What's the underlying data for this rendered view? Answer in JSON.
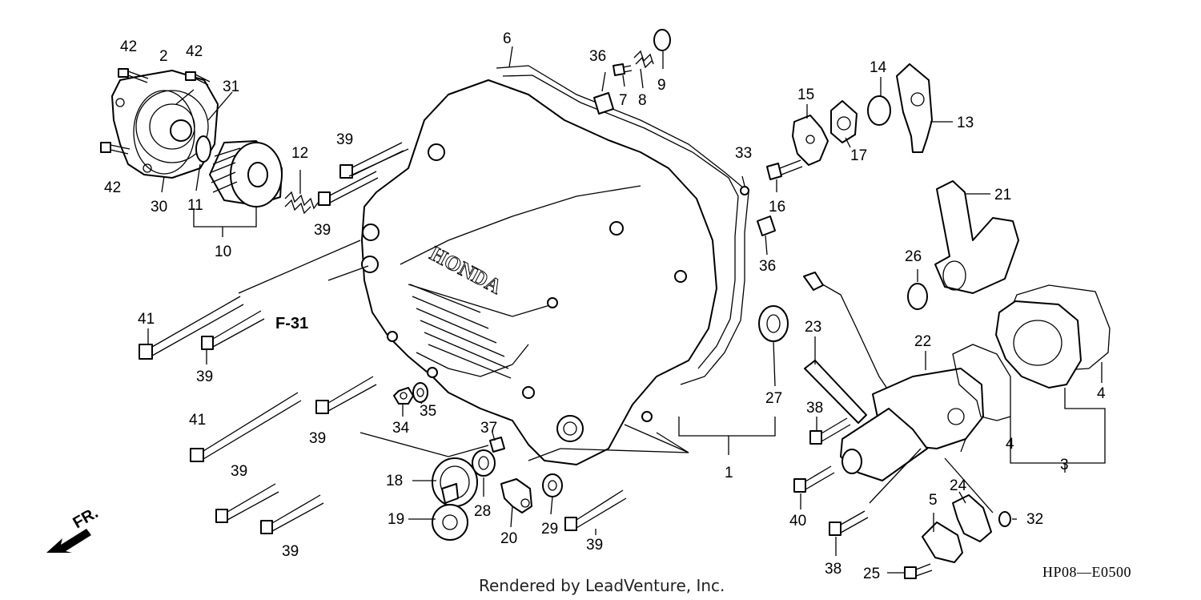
{
  "labels": {
    "p42a": "42",
    "p2": "2",
    "p42b": "42",
    "p31": "31",
    "p42c": "42",
    "p30": "30",
    "p11": "11",
    "p10": "10",
    "p12": "12",
    "p39a": "39",
    "p39b": "39",
    "p6": "6",
    "p36a": "36",
    "p7": "7",
    "p8": "8",
    "p9": "9",
    "p15": "15",
    "p14": "14",
    "p13": "13",
    "p33": "33",
    "p16": "16",
    "p17": "17",
    "p21": "21",
    "p36b": "36",
    "p26": "26",
    "p41a": "41",
    "p39c": "39",
    "p23": "23",
    "p22": "22",
    "p27": "27",
    "p4a": "4",
    "p41b": "41",
    "p39d": "39",
    "p34": "34",
    "p35": "35",
    "p38a": "38",
    "p37": "37",
    "p1": "1",
    "p4b": "4",
    "p3": "3",
    "p39e": "39",
    "p18": "18",
    "p28": "28",
    "p40": "40",
    "p24": "24",
    "p5": "5",
    "p32": "32",
    "p19": "19",
    "p39f": "39",
    "p20": "20",
    "p29": "29",
    "p39g": "39",
    "p38b": "38",
    "p25": "25"
  },
  "reference": "F-31",
  "front_marker": "FR.",
  "case_marking": "HONDA",
  "diagram_code": "HP08—E0500",
  "credit": "Rendered by LeadVenture, Inc."
}
